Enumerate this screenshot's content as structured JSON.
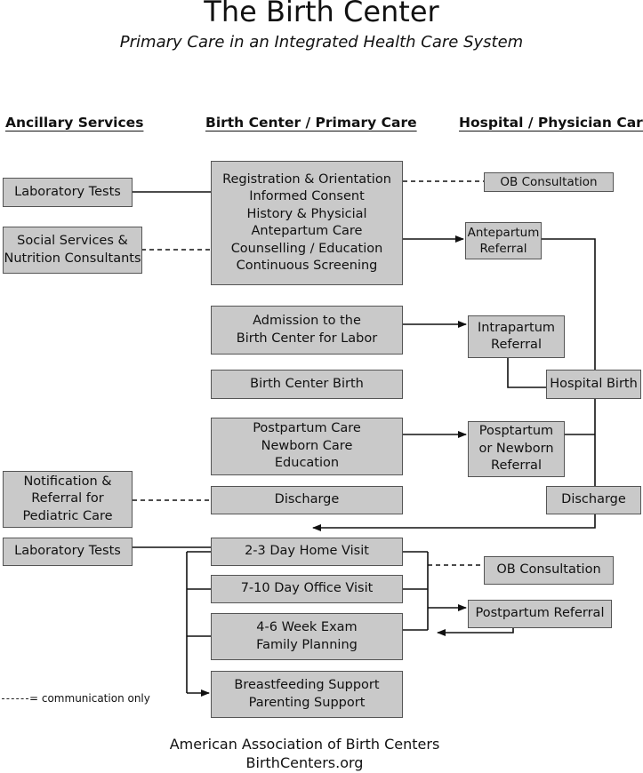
{
  "header": {
    "title": "The Birth Center",
    "subtitle": "Primary Care in an Integrated Health Care System"
  },
  "columns": {
    "ancillary": "Ancillary Services",
    "birth_center": "Birth Center / Primary Care",
    "hospital": "Hospital / Physician Care"
  },
  "ancillary": {
    "lab_tests_1": "Laboratory Tests",
    "social_services": [
      "Social Services &",
      "Nutrition Consultants"
    ],
    "notification": [
      "Notification &",
      "Referral for",
      "Pediatric Care"
    ],
    "lab_tests_2": "Laboratory Tests"
  },
  "birth_center": {
    "prenatal": [
      "Registration & Orientation",
      "Informed Consent",
      "History & Physicial",
      "Antepartum Care",
      "Counselling / Education",
      "Continuous Screening"
    ],
    "admission": [
      "Admission to the",
      "Birth Center for Labor"
    ],
    "birth": "Birth Center Birth",
    "postpartum": [
      "Postpartum Care",
      "Newborn Care",
      "Education"
    ],
    "discharge": "Discharge",
    "home_visit": "2-3 Day Home Visit",
    "office_visit": "7-10 Day Office Visit",
    "exam": [
      "4-6 Week Exam",
      "Family Planning"
    ],
    "support": [
      "Breastfeeding Support",
      "Parenting Support"
    ]
  },
  "hospital": {
    "ob_consultation_1": "OB Consultation",
    "antepartum_referral": [
      "Antepartum",
      "Referral"
    ],
    "intrapartum_referral": [
      "Intrapartum",
      "Referral"
    ],
    "hospital_birth": "Hospital Birth",
    "posptartum_referral": [
      "Posptartum",
      "or Newborn",
      "Referral"
    ],
    "discharge": "Discharge",
    "ob_consultation_2": "OB Consultation",
    "postpartum_referral": "Postpartum Referral"
  },
  "legend": {
    "label": "= communication only"
  },
  "footer": {
    "org": "American Association of Birth Centers",
    "site": "BirthCenters.org"
  }
}
